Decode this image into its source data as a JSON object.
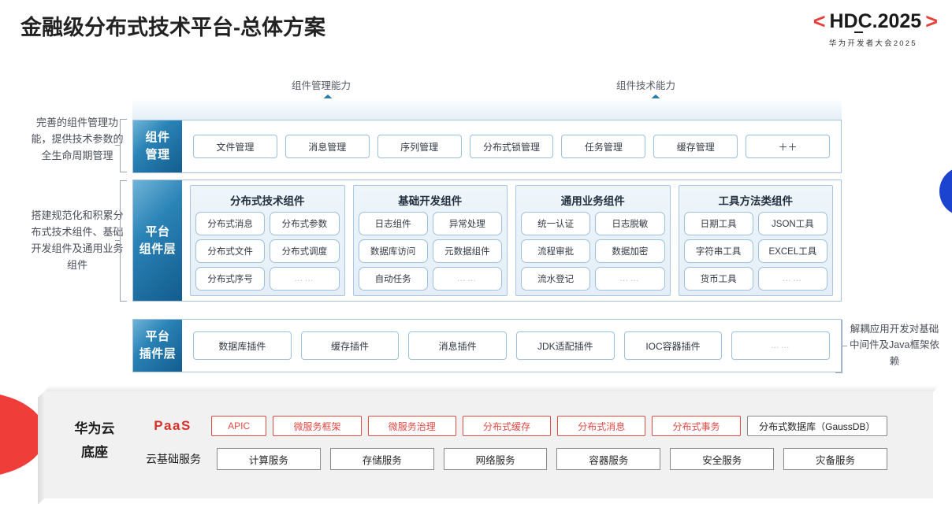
{
  "header": {
    "title": "金融级分布式技术平台-总体方案",
    "logo": {
      "left_bracket": "<",
      "text": "HDC.2025",
      "right_bracket": ">",
      "subtitle": "华为开发者大会2025"
    }
  },
  "arrows": [
    {
      "label": "组件管理能力"
    },
    {
      "label": "组件技术能力"
    }
  ],
  "left_notes": [
    "完善的组件管理功能，提供技术参数的全生命周期管理",
    "搭建规范化和积累分布式技术组件、基础开发组件及通用业务组件"
  ],
  "right_note": "解耦应用开发对基础中间件及Java框架依赖",
  "rows": {
    "component_management": {
      "label": "组件\n管理",
      "label_line1": "组件",
      "label_line2": "管理",
      "items": [
        "文件管理",
        "消息管理",
        "序列管理",
        "分布式锁管理",
        "任务管理",
        "缓存管理",
        "＋＋"
      ]
    },
    "platform_component_layer": {
      "label_line1": "平台",
      "label_line2": "组件层",
      "groups": [
        {
          "title": "分布式技术组件",
          "items": [
            "分布式消息",
            "分布式参数",
            "分布式文件",
            "分布式调度",
            "分布式序号",
            "……"
          ]
        },
        {
          "title": "基础开发组件",
          "items": [
            "日志组件",
            "异常处理",
            "数据库访问",
            "元数据组件",
            "自动任务",
            "……"
          ]
        },
        {
          "title": "通用业务组件",
          "items": [
            "统一认证",
            "日志脱敏",
            "流程审批",
            "数据加密",
            "流水登记",
            "……"
          ]
        },
        {
          "title": "工具方法类组件",
          "items": [
            "日期工具",
            "JSON工具",
            "字符串工具",
            "EXCEL工具",
            "货币工具",
            "……"
          ]
        }
      ]
    },
    "platform_plugin_layer": {
      "label_line1": "平台",
      "label_line2": "插件层",
      "items": [
        "数据库插件",
        "缓存插件",
        "消息插件",
        "JDK适配插件",
        "IOC容器插件",
        "……"
      ]
    }
  },
  "cloud_base": {
    "title_line1": "华为云",
    "title_line2": "底座",
    "paas_label": "PaaS",
    "cloud_basic_label": "云基础服务",
    "paas_items": [
      {
        "text": "APIC",
        "style": "red",
        "flex": 0.62
      },
      {
        "text": "微服务框架",
        "style": "red",
        "flex": 1
      },
      {
        "text": "微服务治理",
        "style": "red",
        "flex": 1
      },
      {
        "text": "分布式缓存",
        "style": "red",
        "flex": 1
      },
      {
        "text": "分布式消息",
        "style": "red",
        "flex": 1
      },
      {
        "text": "分布式事务",
        "style": "red",
        "flex": 1
      },
      {
        "text": "分布式数据库（GaussDB）",
        "style": "neutral",
        "flex": 1.6
      }
    ],
    "base_items": [
      "计算服务",
      "存储服务",
      "网络服务",
      "容器服务",
      "安全服务",
      "灾备服务"
    ]
  },
  "colors": {
    "accent_red": "#e8413c",
    "accent_blue": "#1b43cf",
    "label_blue_dark": "#135c8e",
    "chip_border": "#9cc0de",
    "paas_red": "#d8302a"
  }
}
